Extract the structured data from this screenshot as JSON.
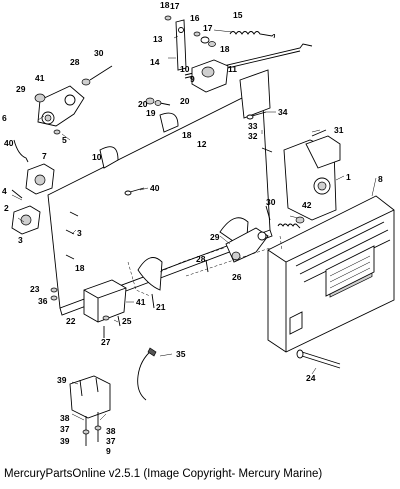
{
  "caption": "MercuryPartsOnline v2.5.1 (Image Copyright- Mercury Marine)",
  "callouts": [
    "18",
    "17",
    "16",
    "15",
    "17",
    "18",
    "13",
    "14",
    "10",
    "9",
    "11",
    "30",
    "28",
    "29",
    "41",
    "6",
    "40",
    "5",
    "7",
    "4",
    "2",
    "3",
    "3",
    "18",
    "20",
    "19",
    "20",
    "18",
    "12",
    "34",
    "33",
    "32",
    "31",
    "1",
    "8",
    "40",
    "30",
    "42",
    "29",
    "28",
    "26",
    "25",
    "41",
    "21",
    "22",
    "27",
    "35",
    "24",
    "23",
    "36",
    "39",
    "38",
    "37",
    "39",
    "38",
    "37",
    "9",
    "10"
  ]
}
